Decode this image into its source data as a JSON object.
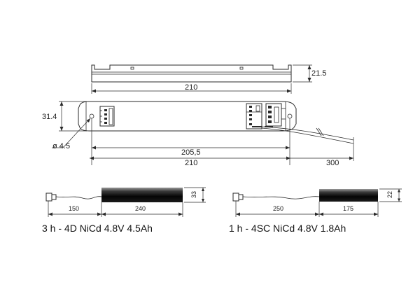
{
  "top_view": {
    "length": "210",
    "height": "21.5"
  },
  "front_view": {
    "height": "31.4",
    "hole": "ø 4.5",
    "hole_spacing": "205,5",
    "length": "210",
    "wire_length": "300"
  },
  "battery_left": {
    "wire_length": "150",
    "body_length": "240",
    "diameter": "33",
    "caption": "3 h - 4D NiCd 4.8V 4.5Ah"
  },
  "battery_right": {
    "wire_length": "250",
    "body_length": "175",
    "diameter": "22",
    "caption": "1 h - 4SC NiCd 4.8V 1.8Ah"
  }
}
